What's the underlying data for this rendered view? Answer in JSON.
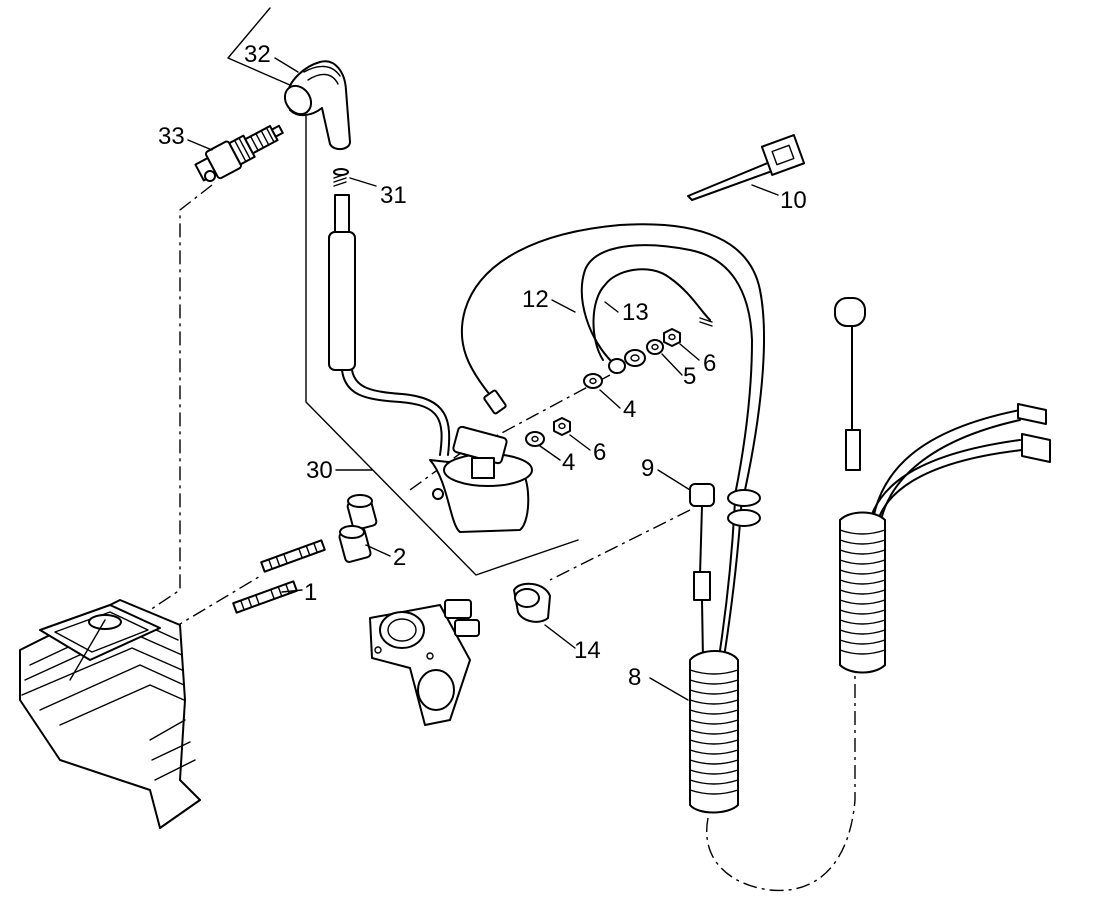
{
  "diagram": {
    "callouts": [
      {
        "id": "c33",
        "text": "33"
      },
      {
        "id": "c32",
        "text": "32"
      },
      {
        "id": "c31",
        "text": "31"
      },
      {
        "id": "c30",
        "text": "30"
      },
      {
        "id": "c2",
        "text": "2"
      },
      {
        "id": "c1",
        "text": "1"
      },
      {
        "id": "c12",
        "text": "12"
      },
      {
        "id": "c13",
        "text": "13"
      },
      {
        "id": "c10",
        "text": "10"
      },
      {
        "id": "c6a",
        "text": "6"
      },
      {
        "id": "c5",
        "text": "5"
      },
      {
        "id": "c4a",
        "text": "4"
      },
      {
        "id": "c4b",
        "text": "4"
      },
      {
        "id": "c6b",
        "text": "6"
      },
      {
        "id": "c9",
        "text": "9"
      },
      {
        "id": "c14",
        "text": "14"
      },
      {
        "id": "c8",
        "text": "8"
      }
    ]
  }
}
